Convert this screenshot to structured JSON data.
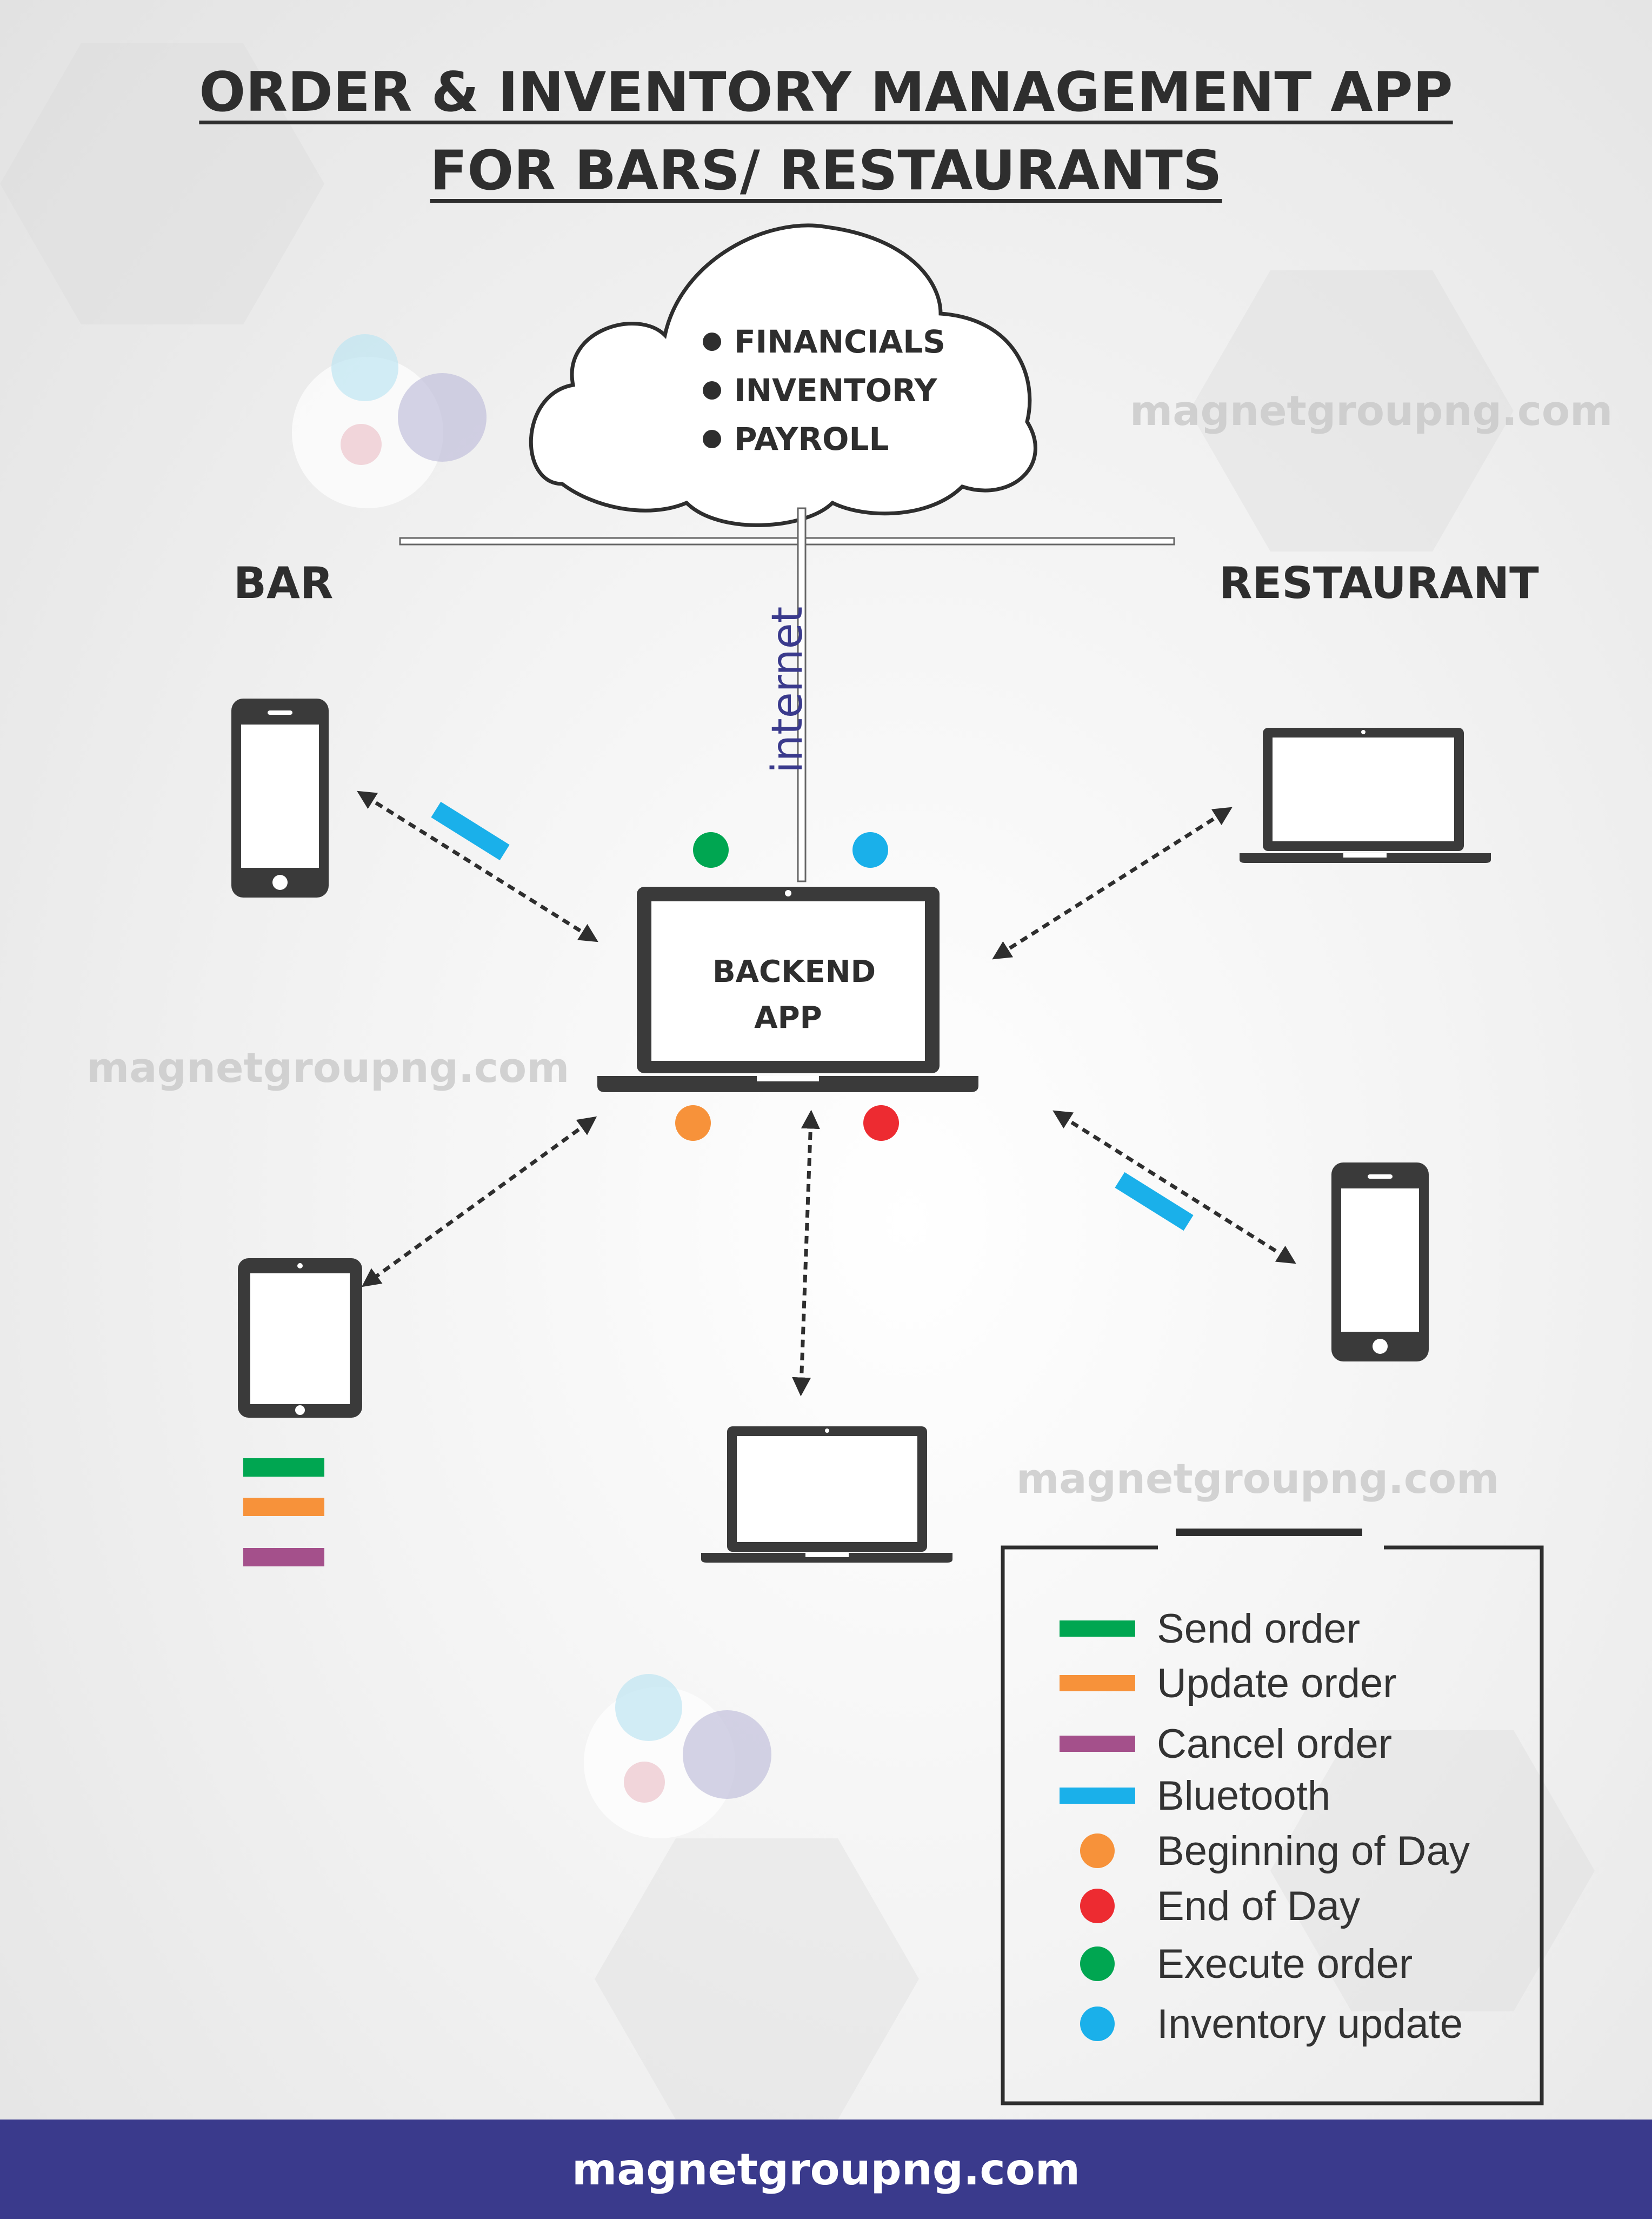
{
  "title": {
    "line1": "ORDER & INVENTORY MANAGEMENT APP",
    "line2": "FOR BARS/ RESTAURANTS"
  },
  "cloud": {
    "items": [
      "FINANCIALS",
      "INVENTORY",
      "PAYROLL"
    ]
  },
  "connection_label": "internet",
  "sections": {
    "bar": "BAR",
    "restaurant": "RESTAURANT"
  },
  "backend": {
    "line1": "BACKEND",
    "line2": "APP"
  },
  "watermark": "magnetgroupng.com",
  "colors": {
    "send_order": "#00a651",
    "update_order": "#f7923a",
    "cancel_order": "#a4508b",
    "bluetooth": "#1ab0ea",
    "beginning_of_day": "#f7923a",
    "end_of_day": "#ed2b31",
    "execute_order": "#00a651",
    "inventory_update": "#1ab0ea",
    "footer_bg": "#3a3a8c",
    "device": "#3a3a3a"
  },
  "legend": {
    "items": [
      {
        "label": "Send order",
        "kind": "bar",
        "color": "#00a651"
      },
      {
        "label": "Update order",
        "kind": "bar",
        "color": "#f7923a"
      },
      {
        "label": "Cancel order",
        "kind": "bar",
        "color": "#a4508b"
      },
      {
        "label": "Bluetooth",
        "kind": "bar",
        "color": "#1ab0ea"
      },
      {
        "label": "Beginning of Day",
        "kind": "dot",
        "color": "#f7923a"
      },
      {
        "label": "End of Day",
        "kind": "dot",
        "color": "#ed2b31"
      },
      {
        "label": "Execute order",
        "kind": "dot",
        "color": "#00a651"
      },
      {
        "label": "Inventory update",
        "kind": "dot",
        "color": "#1ab0ea"
      }
    ]
  },
  "devices": {
    "bar": [
      "smartphone-icon",
      "tablet-icon"
    ],
    "restaurant": [
      "laptop-icon",
      "smartphone-icon"
    ],
    "bottom": [
      "laptop-icon"
    ],
    "center": "laptop-icon"
  },
  "footer": {
    "text": "magnetgroupng.com"
  }
}
